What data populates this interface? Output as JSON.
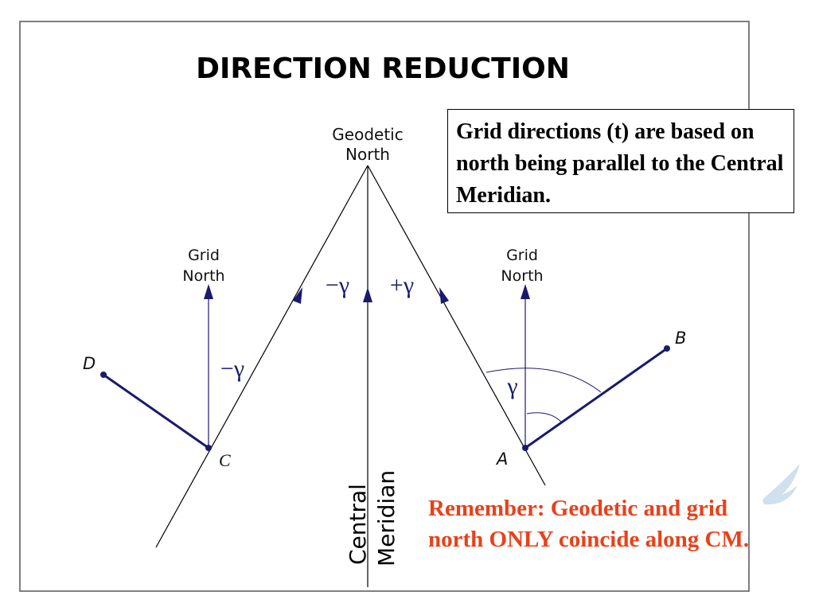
{
  "title": "DIRECTION REDUCTION",
  "labels": {
    "geodetic_north_line1": "Geodetic",
    "geodetic_north_line2": "North",
    "grid_north_left_line1": "Grid",
    "grid_north_left_line2": "North",
    "grid_north_right_line1": "Grid",
    "grid_north_right_line2": "North",
    "gamma_neg_top": "−γ",
    "gamma_pos_top": "+γ",
    "gamma_neg_left": "−γ",
    "gamma_right": "γ",
    "point_a": "A",
    "point_b": "B",
    "point_c": "C",
    "point_d": "D",
    "central": "Central",
    "meridian": "Meridian"
  },
  "callout_text": "Grid directions (t) are based on north being parallel to the Central Meridian.",
  "remember_text": "Remember: Geodetic and grid north ONLY coincide along CM.",
  "colors": {
    "line": "#000000",
    "navy": "#1a1a6e",
    "accent": "#e8411a",
    "watermark": "#cfe0ee"
  }
}
